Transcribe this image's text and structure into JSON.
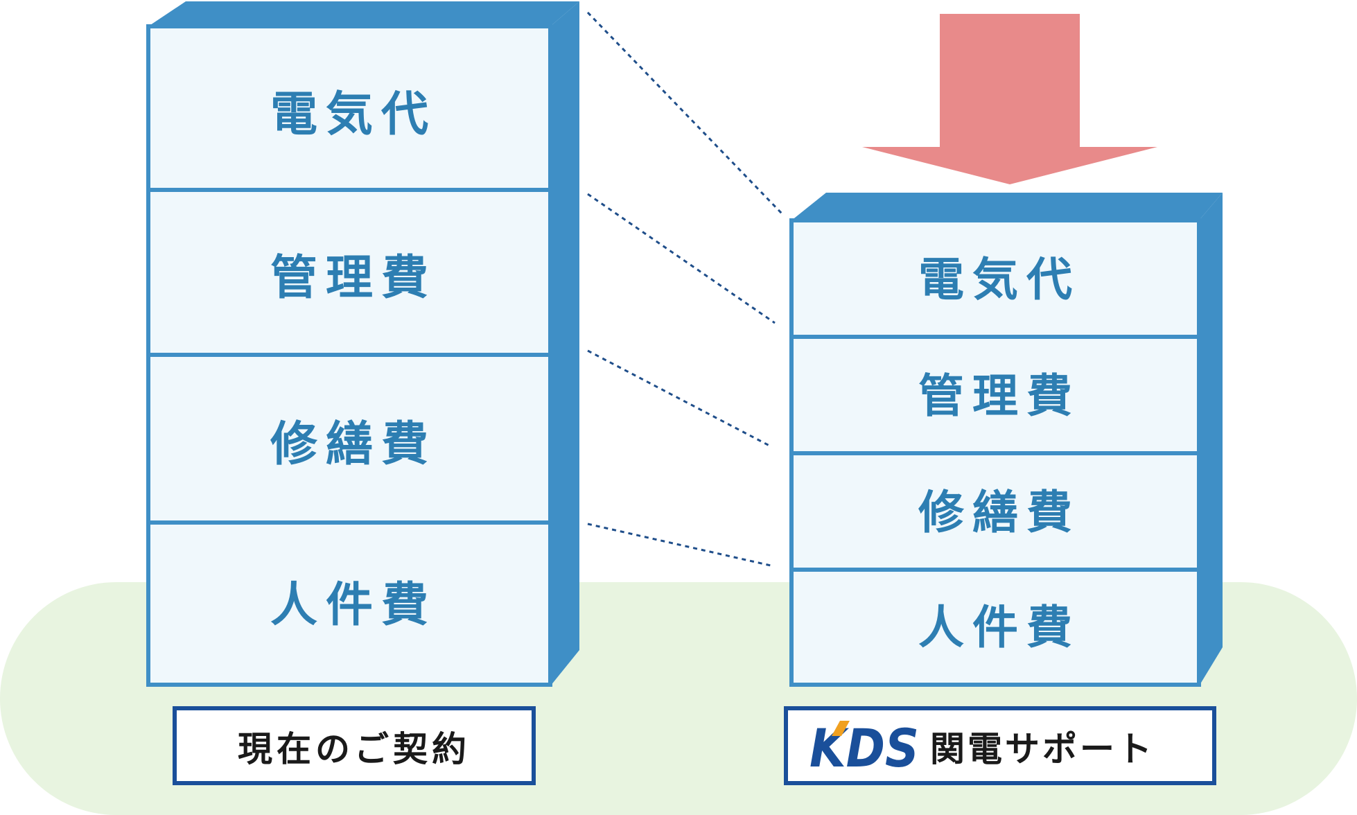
{
  "colors": {
    "ground": "#e8f4e0",
    "box_side": "#3f8fc6",
    "box_face": "#f0f8fc",
    "box_border": "#3f8fc6",
    "cell_text": "#2d7eb2",
    "arrow": "#e88a8a",
    "dashed_line": "#1f4e8a",
    "caption_border": "#1a4f9a",
    "logo_blue": "#1a4f9a",
    "logo_orange": "#f0a020"
  },
  "current_contract": {
    "cells": [
      "電気代",
      "管理費",
      "修繕費",
      "人件費"
    ],
    "caption": "現在のご契約"
  },
  "kds_support": {
    "cells": [
      "電気代",
      "管理費",
      "修繕費",
      "人件費"
    ],
    "logo_text": "KDS",
    "caption": "関電サポート"
  },
  "icons": {
    "arrow": "down-arrow-icon",
    "logo": "kds-logo-icon"
  }
}
